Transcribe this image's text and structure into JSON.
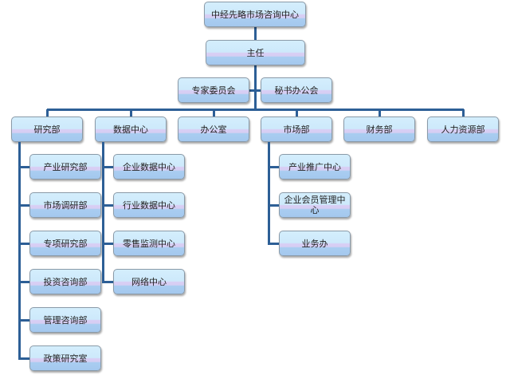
{
  "root": "中经先略市场咨询中心",
  "director": "主任",
  "advisory": [
    "专家委员会",
    "秘书办公会"
  ],
  "departments": [
    {
      "label": "研究部",
      "children": [
        "产业研究部",
        "市场调研部",
        "专项研究部",
        "投资咨询部",
        "管理咨询部",
        "政策研究室"
      ]
    },
    {
      "label": "数据中心",
      "children": [
        "企业数据中心",
        "行业数据中心",
        "零售监测中心",
        "网络中心"
      ]
    },
    {
      "label": "办公室",
      "children": []
    },
    {
      "label": "市场部",
      "children": [
        "产业推广中心",
        "企业会员管理中心",
        "业务办"
      ]
    },
    {
      "label": "财务部",
      "children": []
    },
    {
      "label": "人力资源部",
      "children": []
    }
  ],
  "colors": {
    "line": "#2d5f96",
    "border": "#8a9aa8"
  }
}
